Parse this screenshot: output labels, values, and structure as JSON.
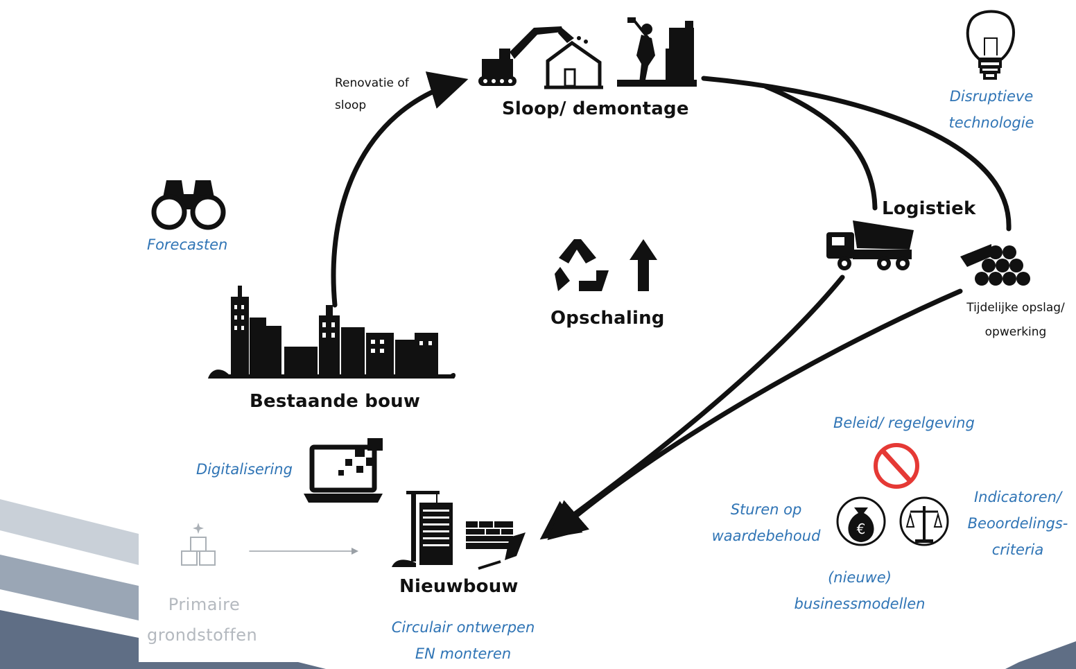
{
  "nodes": {
    "sloop": "Sloop/ demontage",
    "bestaande": "Bestaande bouw",
    "nieuwbouw": "Nieuwbouw",
    "logistiek": "Logistiek",
    "opschaling": "Opschaling",
    "tijdelijke_line1": "Tijdelijke opslag/",
    "tijdelijke_line2": "opwerking",
    "primaire_line1": "Primaire",
    "primaire_line2": "grondstoffen"
  },
  "edges": {
    "renovatie_line1": "Renovatie of",
    "renovatie_line2": "sloop"
  },
  "enablers": {
    "forecasten": "Forecasten",
    "disruptieve_line1": "Disruptieve",
    "disruptieve_line2": "technologie",
    "digitalisering": "Digitalisering",
    "circulair_line1": "Circulair ontwerpen",
    "circulair_line2": "EN monteren",
    "beleid": "Beleid/ regelgeving",
    "sturen_line1": "Sturen op",
    "sturen_line2": "waardebehoud",
    "indicatoren_line1": "Indicatoren/",
    "indicatoren_line2": "Beoordelings-",
    "indicatoren_line3": "criteria",
    "business_line1": "(nieuwe)",
    "business_line2": "businessmodellen"
  },
  "colors": {
    "accent_blue": "#2f74b5",
    "faded_grey": "#b4b9bf",
    "prohibit_red": "#e53935",
    "icon_black": "#111111"
  },
  "icons": [
    "excavator-icon",
    "demolition-house-icon",
    "demolition-worker-icon",
    "lightbulb-icon",
    "binoculars-icon",
    "recycle-icon",
    "up-arrow-icon",
    "city-skyline-icon",
    "dump-truck-icon",
    "pipes-stack-icon",
    "laptop-icon",
    "construction-crane-icon",
    "brick-wall-trowel-icon",
    "cubes-icon",
    "prohibition-icon",
    "money-bag-icon",
    "scales-icon"
  ]
}
